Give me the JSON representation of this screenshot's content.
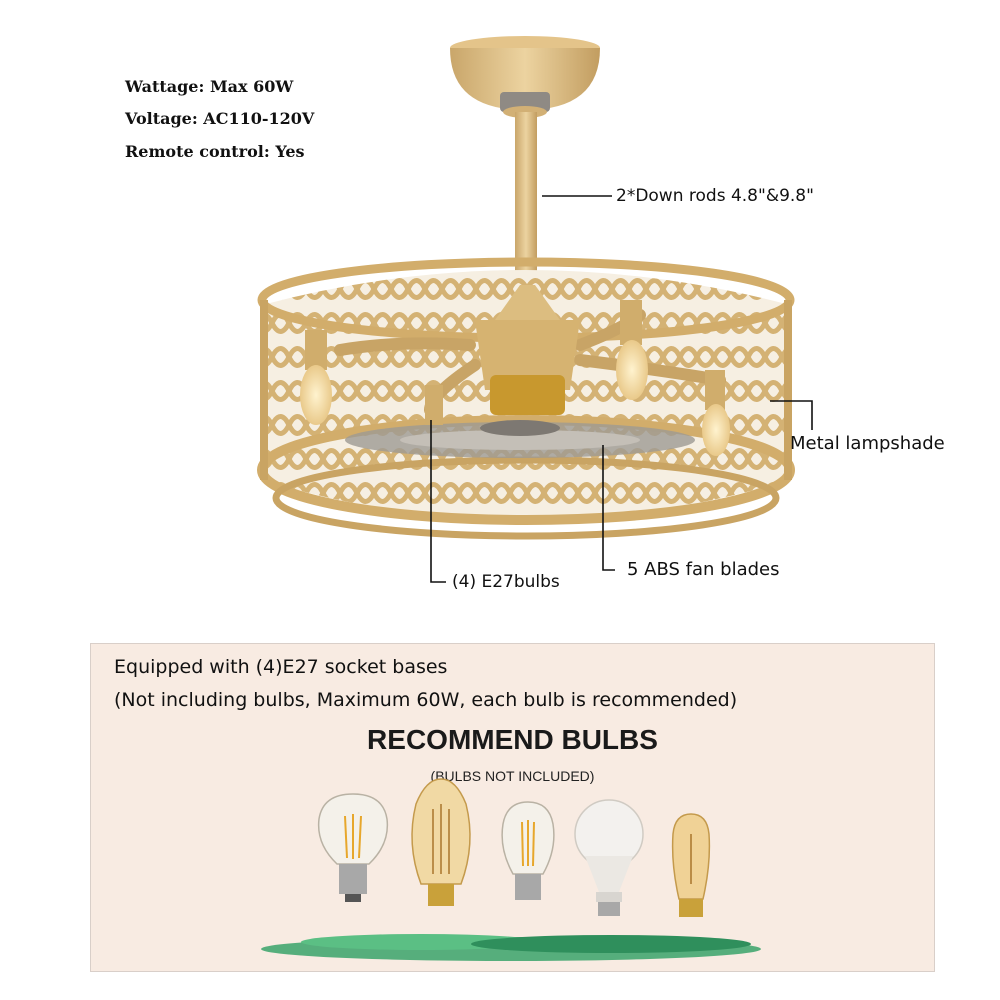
{
  "specs": {
    "wattage": "Wattage: Max 60W",
    "voltage": "Voltage: AC110-120V",
    "remote": "Remote control: Yes"
  },
  "callouts": {
    "down_rods": "2*Down rods 4.8\"&9.8\"",
    "lampshade": "Metal lampshade",
    "bulbs": "(4) E27bulbs",
    "fan_blades": "5 ABS fan blades"
  },
  "panel": {
    "line1": "Equipped with (4)E27 socket bases",
    "line2": "(Not including bulbs, Maximum 60W, each bulb is recommended)",
    "title": "RECOMMEND BULBS",
    "subtitle": "(BULBS NOT INCLUDED)"
  },
  "colors": {
    "gold": "#d9b878",
    "gold_dark": "#b8955a",
    "panel_bg": "#f8ebe2",
    "leaf_green": "#3aa36a"
  }
}
